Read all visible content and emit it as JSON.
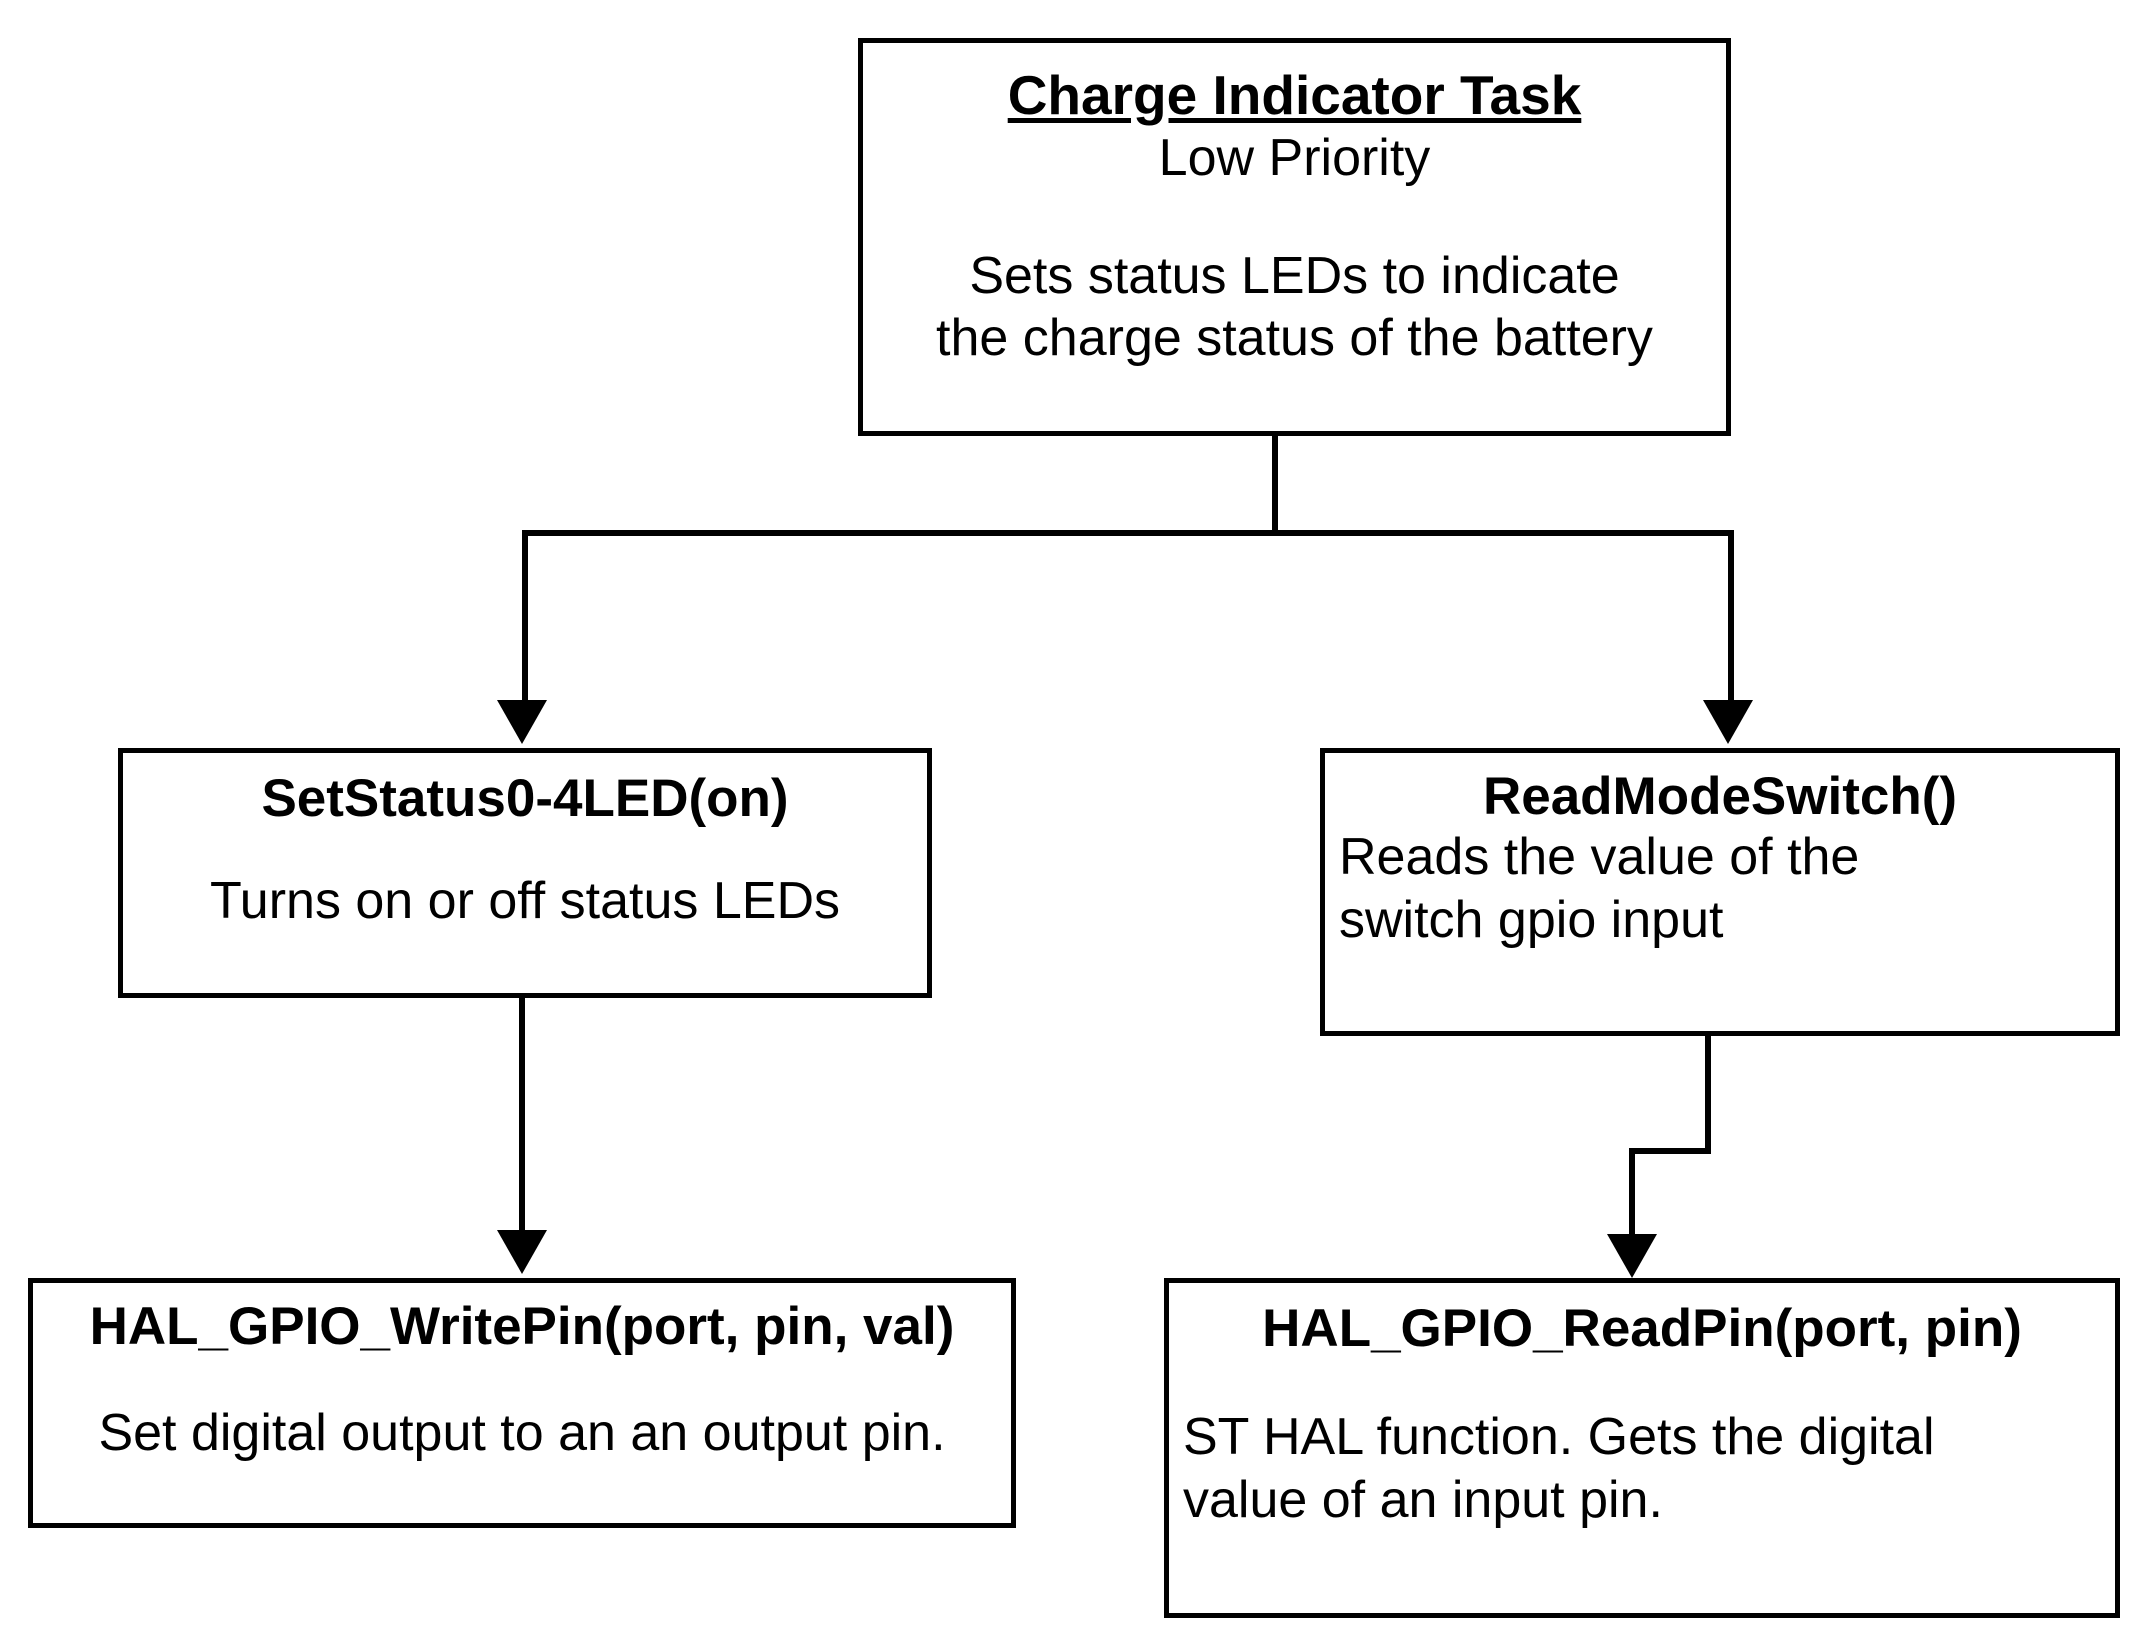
{
  "diagram": {
    "type": "flowchart",
    "title": "Charge Indicator Task call hierarchy",
    "colors": {
      "background": "#ffffff",
      "stroke": "#000000",
      "text": "#000000"
    },
    "nodes": [
      {
        "id": "charge-indicator-task",
        "title": "Charge Indicator Task",
        "subtitle": "Low Priority",
        "body": "Sets status LEDs to indicate\nthe charge status of the battery",
        "title_underlined": true
      },
      {
        "id": "setstatus-led",
        "title": "SetStatus0-4LED(on)",
        "subtitle": "",
        "body": "Turns on or off status LEDs",
        "title_underlined": false
      },
      {
        "id": "read-mode-switch",
        "title": "ReadModeSwitch()",
        "subtitle": "",
        "body": "Reads the value of the\nswitch gpio input",
        "title_underlined": false
      },
      {
        "id": "hal-gpio-writepin",
        "title": "HAL_GPIO_WritePin(port, pin, val)",
        "subtitle": "",
        "body": "Set digital output to an an output pin.",
        "title_underlined": false
      },
      {
        "id": "hal-gpio-readpin",
        "title": "HAL_GPIO_ReadPin(port, pin)",
        "subtitle": "",
        "body": "ST HAL function. Gets the digital\nvalue of an input pin.",
        "title_underlined": false
      }
    ],
    "edges": [
      {
        "from": "charge-indicator-task",
        "to": "setstatus-led",
        "style": "orthogonal-arrow"
      },
      {
        "from": "charge-indicator-task",
        "to": "read-mode-switch",
        "style": "orthogonal-arrow"
      },
      {
        "from": "setstatus-led",
        "to": "hal-gpio-writepin",
        "style": "straight-arrow"
      },
      {
        "from": "read-mode-switch",
        "to": "hal-gpio-readpin",
        "style": "jogged-arrow"
      }
    ]
  }
}
